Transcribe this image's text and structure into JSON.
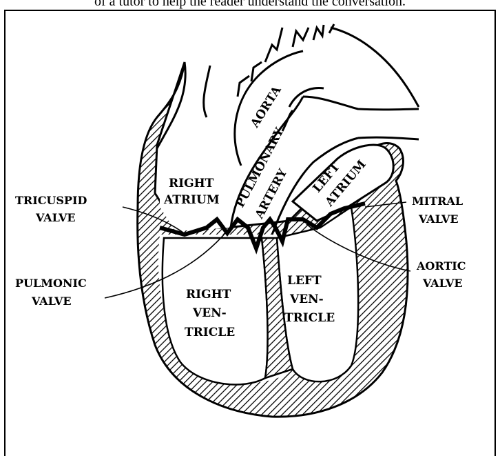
{
  "caption": "of a tutor to help the reader understand the conversation.",
  "labels": {
    "aorta": "AORTA",
    "pulmonary_line1": "PULMONARY",
    "pulmonary_line2": "ARTERY",
    "left_atrium_line1": "LEFT",
    "left_atrium_line2": "ATRIUM",
    "right_atrium_line1": "RIGHT",
    "right_atrium_line2": "ATRIUM",
    "tricuspid_line1": "TRICUSPID",
    "tricuspid_line2": "VALVE",
    "mitral_line1": "MITRAL",
    "mitral_line2": "VALVE",
    "pulmonic_line1": "PULMONIC",
    "pulmonic_line2": "VALVE",
    "aortic_line1": "AORTIC",
    "aortic_line2": "VALVE",
    "right_ventricle_line1": "RIGHT",
    "right_ventricle_line2": "VEN-",
    "right_ventricle_line3": "TRICLE",
    "left_ventricle_line1": "LEFT",
    "left_ventricle_line2": "VEN-",
    "left_ventricle_line3": "TRICLE"
  }
}
